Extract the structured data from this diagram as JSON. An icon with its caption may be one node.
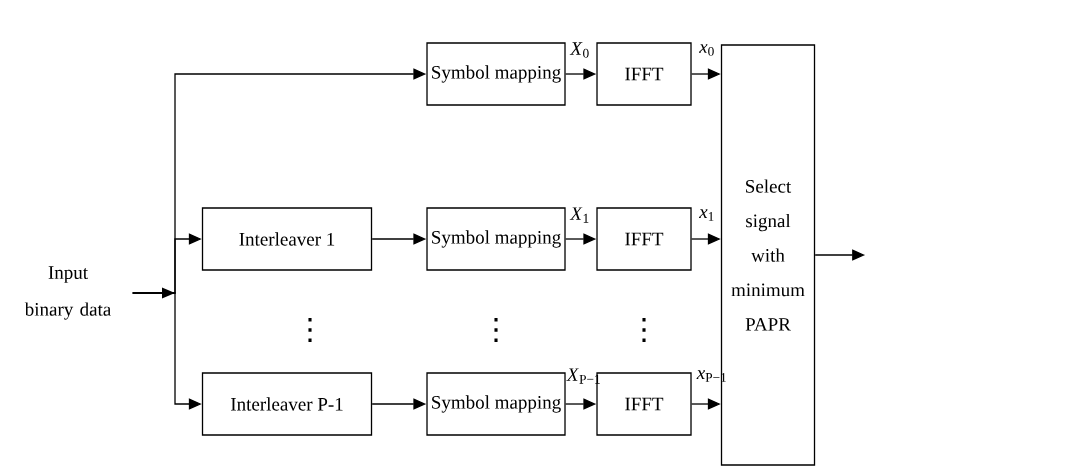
{
  "diagram": {
    "nodes": [
      {
        "text": [
          "Input binary data"
        ]
      },
      {
        "text": [
          "Symbol mapping"
        ]
      },
      {
        "text": [
          "IFFT"
        ]
      },
      {
        "text": [
          "Interleaver 1"
        ]
      },
      {
        "text": [
          "Symbol mapping"
        ]
      },
      {
        "text": [
          "IFFT"
        ]
      },
      {
        "text": [
          "Interleaver P-1"
        ]
      },
      {
        "text": [
          "Symbol mapping"
        ]
      },
      {
        "text": [
          "IFFT"
        ]
      },
      {
        "text": [
          "Select signal with minimum PAPR"
        ]
      }
    ],
    "edges": [
      {
        "from": 0,
        "to": 1,
        "arrow": "to"
      },
      {
        "from": 0,
        "to": 3,
        "arrow": "to"
      },
      {
        "from": 0,
        "to": 6,
        "arrow": "to"
      },
      {
        "from": 1,
        "to": 2,
        "arrow": "to",
        "label": "*X*$_{0}$"
      },
      {
        "from": 2,
        "to": 9,
        "arrow": "to",
        "label": "*x*$_{0}$"
      },
      {
        "from": 3,
        "to": 4,
        "arrow": "to"
      },
      {
        "from": 4,
        "to": 5,
        "arrow": "to",
        "label": "*X*$_{1}$"
      },
      {
        "from": 5,
        "to": 9,
        "arrow": "to",
        "label": "*x*$_{1}$"
      },
      {
        "from": 6,
        "to": 7,
        "arrow": "to"
      },
      {
        "from": 7,
        "to": 8,
        "arrow": "to",
        "label": "*X*$_{P−1}$"
      },
      {
        "from": 8,
        "to": 9,
        "arrow": "to",
        "label": "*x*$_{P−1}$"
      },
      {
        "from": 9,
        "to": null,
        "arrow": "to"
      }
    ],
    "labels": [
      "⋮",
      "⋮",
      "⋮"
    ]
  }
}
